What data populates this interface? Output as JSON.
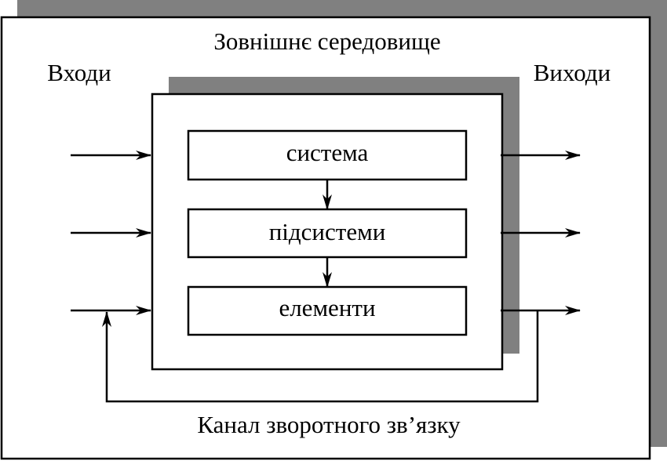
{
  "environment": {
    "title": "Зовнішнє середовище"
  },
  "io": {
    "inputs_label": "Входи",
    "outputs_label": "Виходи"
  },
  "hierarchy": [
    {
      "label": "система"
    },
    {
      "label": "підсистеми"
    },
    {
      "label": "елементи"
    }
  ],
  "feedback": {
    "label": "Канал зворотного зв’язку"
  },
  "colors": {
    "shadow": "#808080",
    "line": "#000000",
    "background": "#ffffff"
  }
}
